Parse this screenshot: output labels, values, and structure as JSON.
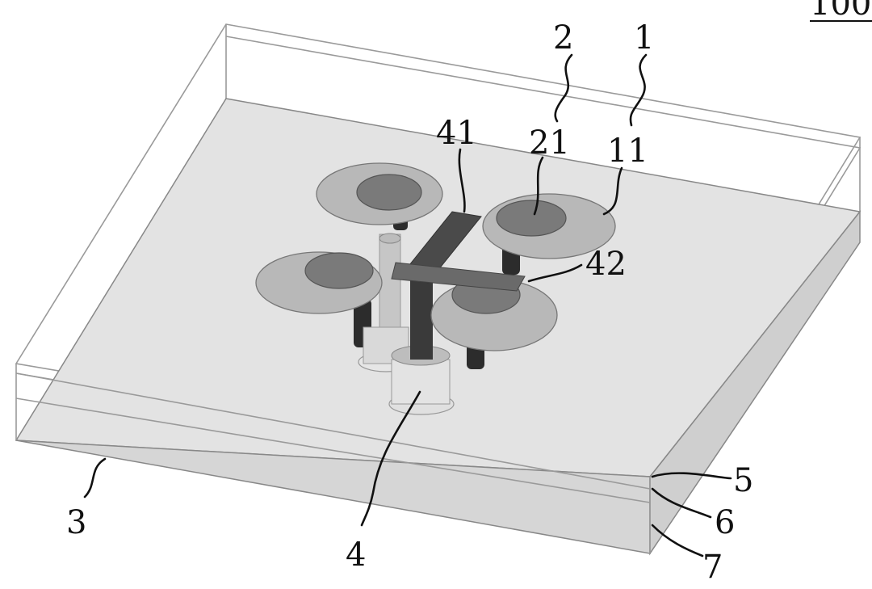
{
  "figure_number": "100",
  "labels": {
    "l1": "1",
    "l2": "2",
    "l3": "3",
    "l4": "4",
    "l5": "5",
    "l6": "6",
    "l7": "7",
    "l11": "11",
    "l21": "21",
    "l41": "41",
    "l42": "42"
  },
  "colors": {
    "substrate_fill": "#dcdcdc",
    "patch_outer": "#b8b8b8",
    "patch_inner": "#7a7a7a",
    "post": "#2c2c2c",
    "line": "#111111"
  }
}
